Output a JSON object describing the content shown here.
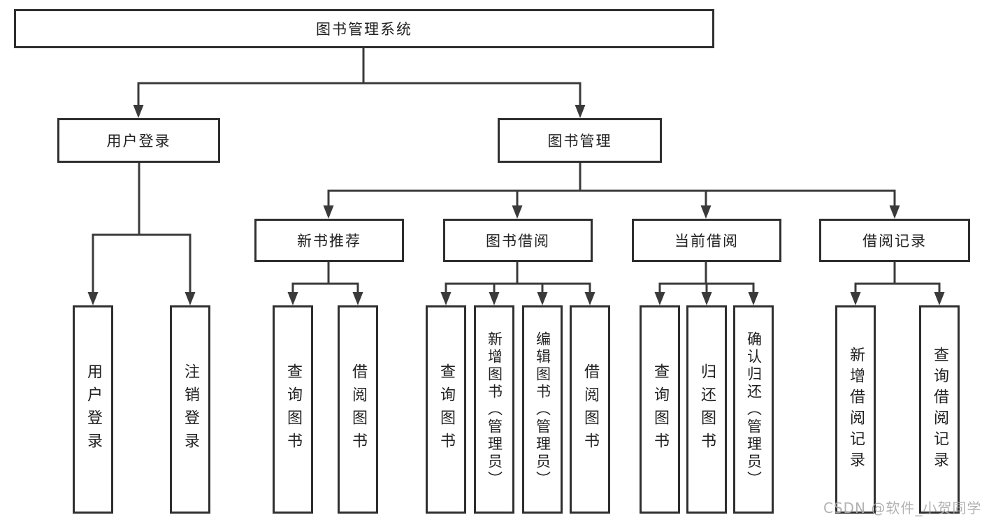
{
  "diagram": {
    "root": {
      "label": "图书管理系统"
    },
    "level2": [
      {
        "label": "用户登录"
      },
      {
        "label": "图书管理"
      }
    ],
    "level3": [
      {
        "label": "新书推荐"
      },
      {
        "label": "图书借阅"
      },
      {
        "label": "当前借阅"
      },
      {
        "label": "借阅记录"
      }
    ],
    "leaves": [
      {
        "label": "用户登录"
      },
      {
        "label": "注销登录"
      },
      {
        "label": "查询图书"
      },
      {
        "label": "借阅图书"
      },
      {
        "label": "查询图书"
      },
      {
        "label": "新增图书（管理员）"
      },
      {
        "label": "编辑图书（管理员）"
      },
      {
        "label": "借阅图书"
      },
      {
        "label": "查询图书"
      },
      {
        "label": "归还图书"
      },
      {
        "label": "确认归还（管理员）"
      },
      {
        "label": "新增借阅记录"
      },
      {
        "label": "查询借阅记录"
      }
    ]
  },
  "watermark": {
    "text": "CSDN @软件_小贺同学",
    "color": "#aaaaaa"
  },
  "colors": {
    "background": "#ffffff",
    "box_border": "#2f2f2f",
    "connector": "#3a3a3a",
    "text": "#222222"
  }
}
